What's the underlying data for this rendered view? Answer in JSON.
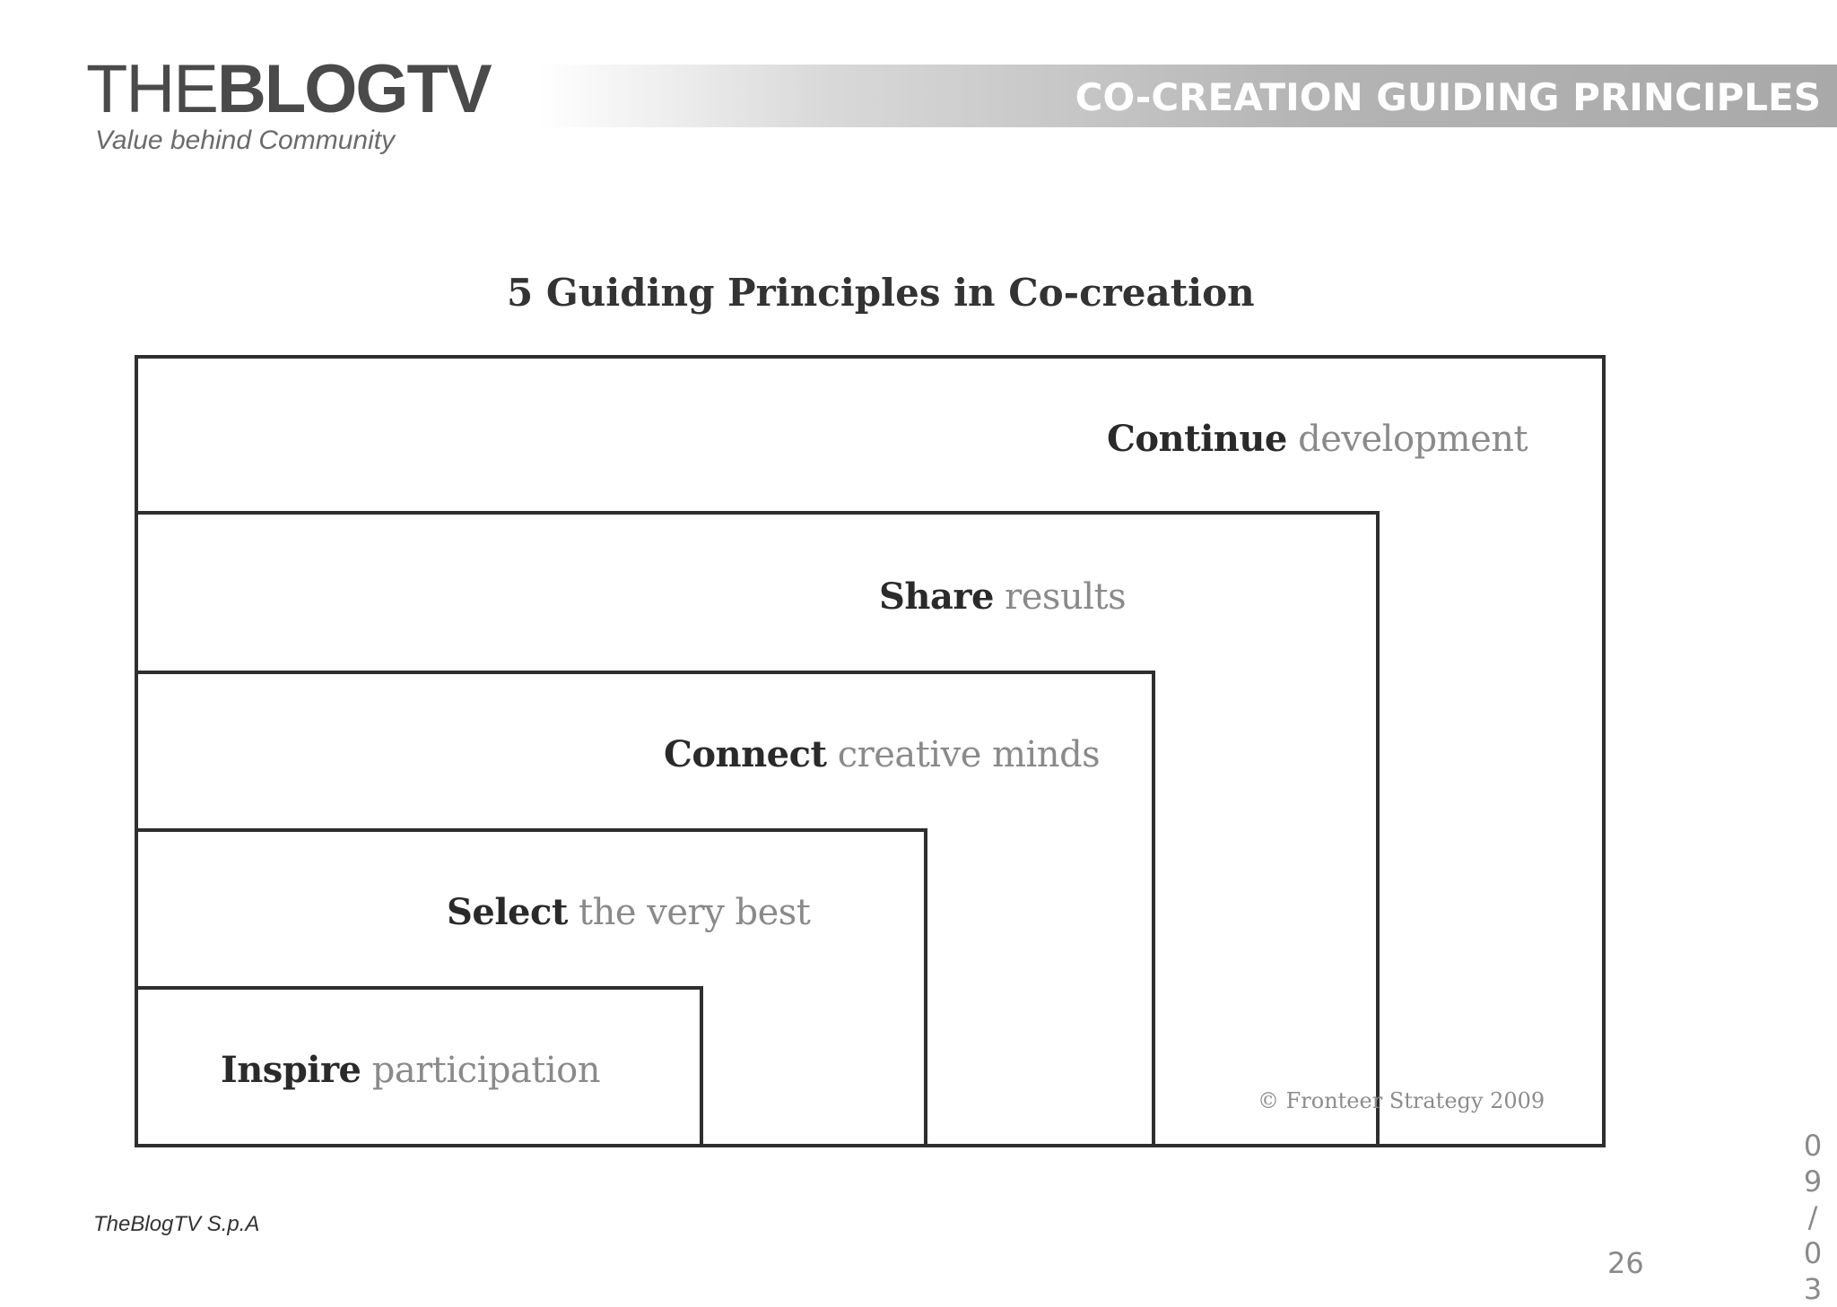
{
  "logo": {
    "word_thin_1": "THE",
    "word_bold": "BLOG",
    "word_bold_2": "TV",
    "tagline": "Value behind Community"
  },
  "header": {
    "title": "CO-CREATION GUIDING PRINCIPLES"
  },
  "diagram": {
    "title": "5 Guiding Principles in Co-creation",
    "layers": [
      {
        "keyword": "Continue",
        "rest": "development"
      },
      {
        "keyword": "Share",
        "rest": "results"
      },
      {
        "keyword": "Connect",
        "rest": "creative minds"
      },
      {
        "keyword": "Select",
        "rest": "the very best"
      },
      {
        "keyword": "Inspire",
        "rest": "participation"
      }
    ],
    "copyright": "© Fronteer Strategy 2009"
  },
  "footer": {
    "company": "TheBlogTV S.p.A",
    "page_number": "26",
    "date_chars": [
      "0",
      "9",
      "/",
      "0",
      "3"
    ]
  }
}
